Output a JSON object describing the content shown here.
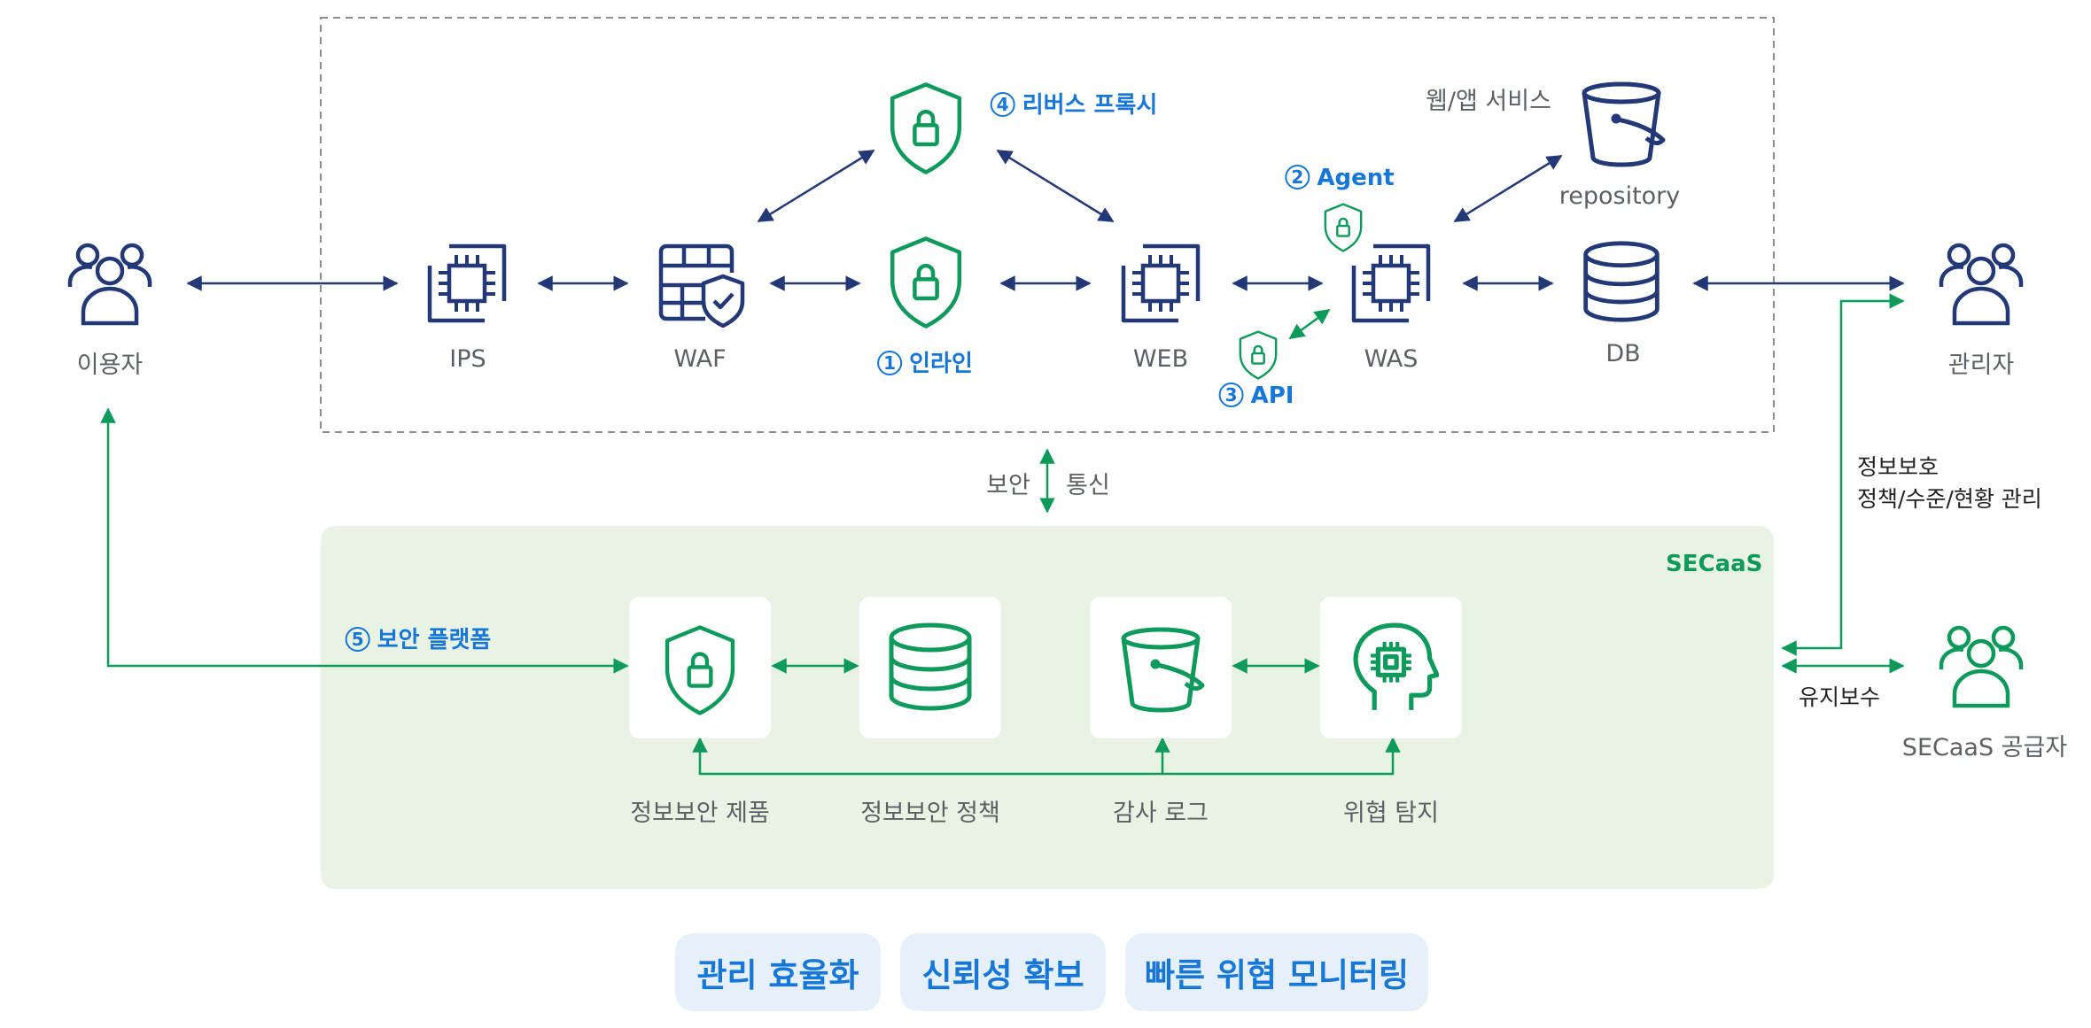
{
  "nodes": {
    "user": "이용자",
    "ips": "IPS",
    "waf": "WAF",
    "web": "WEB",
    "was": "WAS",
    "db": "DB",
    "admin": "관리자",
    "repository": "repository",
    "web_app_service": "웹/앱 서비스",
    "secaas_provider": "SECaaS 공급자"
  },
  "security_points": {
    "inline": {
      "num": "1",
      "label": "인라인"
    },
    "agent": {
      "num": "2",
      "label": "Agent"
    },
    "api": {
      "num": "3",
      "label": "API"
    },
    "reverse_proxy": {
      "num": "4",
      "label": "리버스 프록시"
    },
    "platform": {
      "num": "5",
      "label": "보안 플랫폼"
    }
  },
  "secure_comm": {
    "left": "보안",
    "right": "통신"
  },
  "secaas": {
    "title": "SECaaS",
    "services": [
      "정보보안 제품",
      "정보보안 정책",
      "감사 로그",
      "위협 탐지"
    ]
  },
  "admin_policy": {
    "line1": "정보보호",
    "line2": "정책/수준/현황 관리"
  },
  "maintenance": "유지보수",
  "benefits": [
    "관리 효율화",
    "신뢰성 확보",
    "빠른 위협 모니터링"
  ],
  "colors": {
    "navy": "#233876",
    "green": "#0d9a5a",
    "blue": "#1677d9",
    "secaas_bg": "#e9f3e4",
    "pill_bg": "#e6f0fb"
  }
}
